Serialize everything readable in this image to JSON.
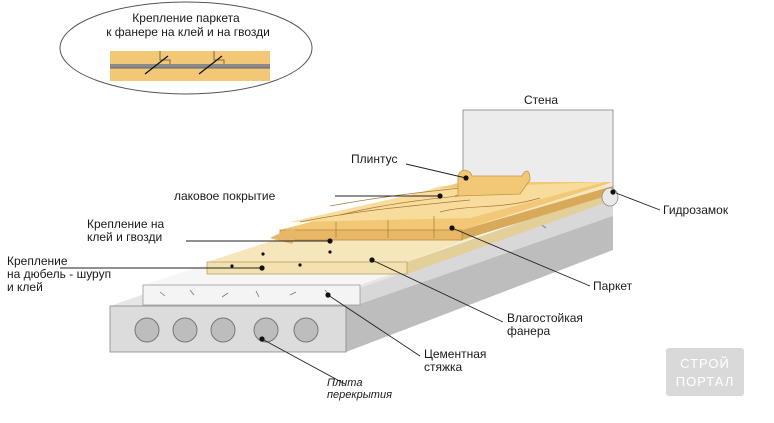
{
  "inset": {
    "title_line1": "Крепление паркета",
    "title_line2": "к фанере на клей и на гвозди"
  },
  "labels": {
    "wall": "Стена",
    "plinth": "Плинтус",
    "lacquer": "лаковое покрытие",
    "fix_glue_nails_1": "Крепление на",
    "fix_glue_nails_2": "клей и гвозди",
    "fix_dowel_1": "Крепление",
    "fix_dowel_2": "на дюбель - шуруп",
    "fix_dowel_3": "и клей",
    "hydrolock": "Гидрозамок",
    "parquet": "Паркет",
    "plywood_1": "Влагостойкая",
    "plywood_2": "фанера",
    "screed_1": "Цементная",
    "screed_2": "стяжка",
    "slab_1": "Плита",
    "slab_2": "перекрытия"
  },
  "watermark": {
    "line1": "СТРОЙ",
    "line2": "ПОРТАЛ"
  },
  "colors": {
    "wood": "#f2c877",
    "wood_light": "#f8dc9c",
    "plywood": "#f6e6bc",
    "screed": "#f4f4f4",
    "slab_face": "#dcdcdc",
    "wall": "#ececec"
  }
}
